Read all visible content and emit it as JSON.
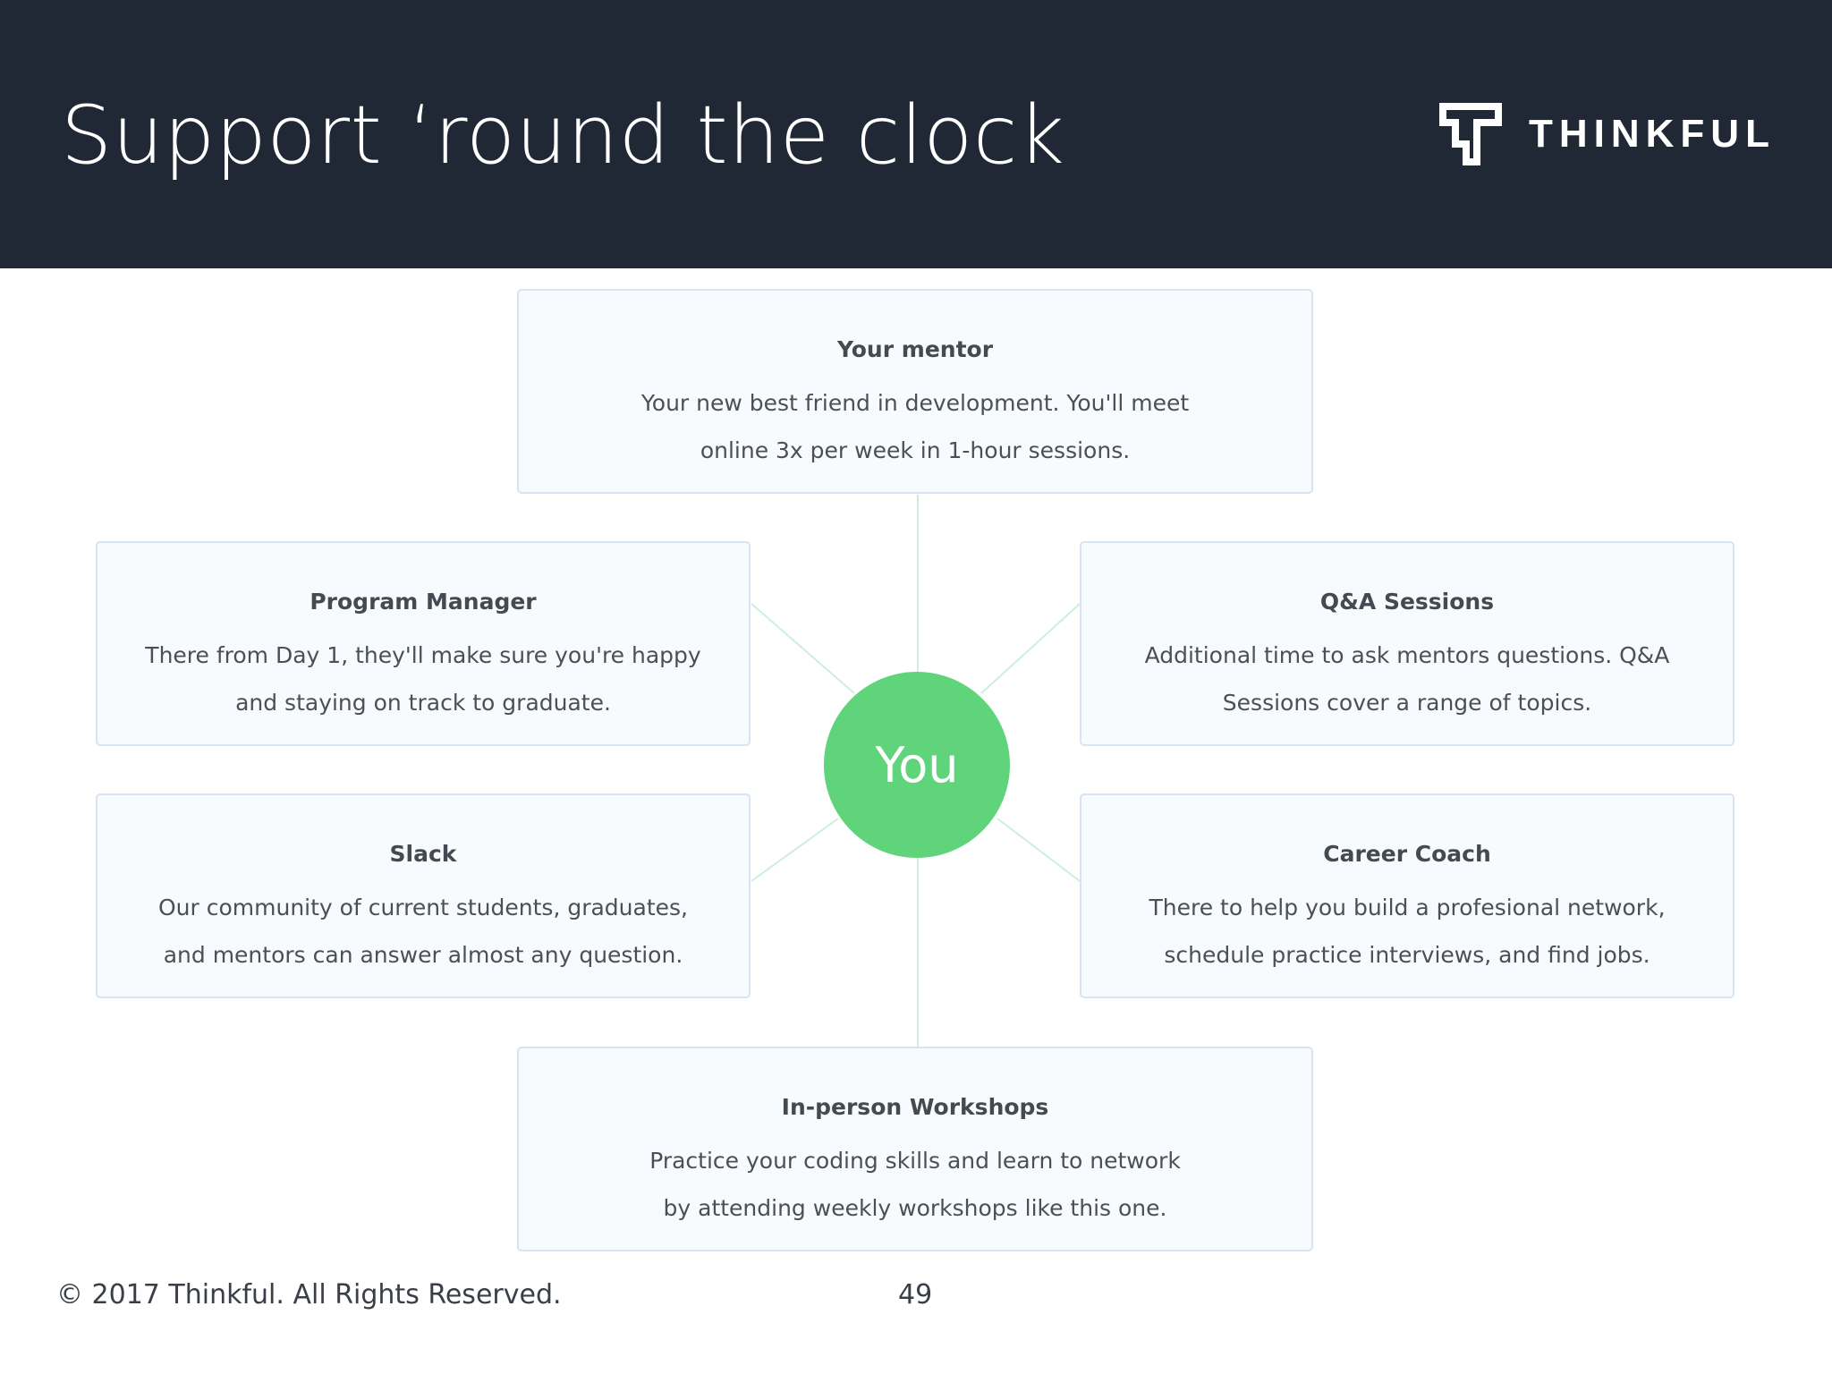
{
  "slide": {
    "title": "Support ‘round the clock",
    "brand": "THINKFUL",
    "footer_copyright": "© 2017 Thinkful. All Rights Reserved.",
    "page_number": "49"
  },
  "center": {
    "label": "You"
  },
  "cards": {
    "mentor": {
      "title": "Your mentor",
      "desc": "Your new best friend in development. You'll meet online 3x per week in 1-hour sessions."
    },
    "program_manager": {
      "title": "Program Manager",
      "desc": "There from Day 1, they'll make sure you're happy and staying on track to graduate."
    },
    "qa_sessions": {
      "title": "Q&A Sessions",
      "desc": "Additional time to ask mentors questions. Q&A Sessions cover a range of topics."
    },
    "slack": {
      "title": "Slack",
      "desc": "Our community of current students, graduates, and mentors can answer almost any question."
    },
    "career_coach": {
      "title": "Career Coach",
      "desc": "There to help you build a profesional network, schedule practice interviews, and find jobs."
    },
    "workshops": {
      "title": "In-person Workshops",
      "desc": "Practice your coding skills and learn to network by attending weekly workshops like this one."
    }
  },
  "colors": {
    "header_bg": "#202836",
    "accent_green": "#5fd47b",
    "connector": "#cdeedd",
    "card_border": "#d7e4f3"
  }
}
